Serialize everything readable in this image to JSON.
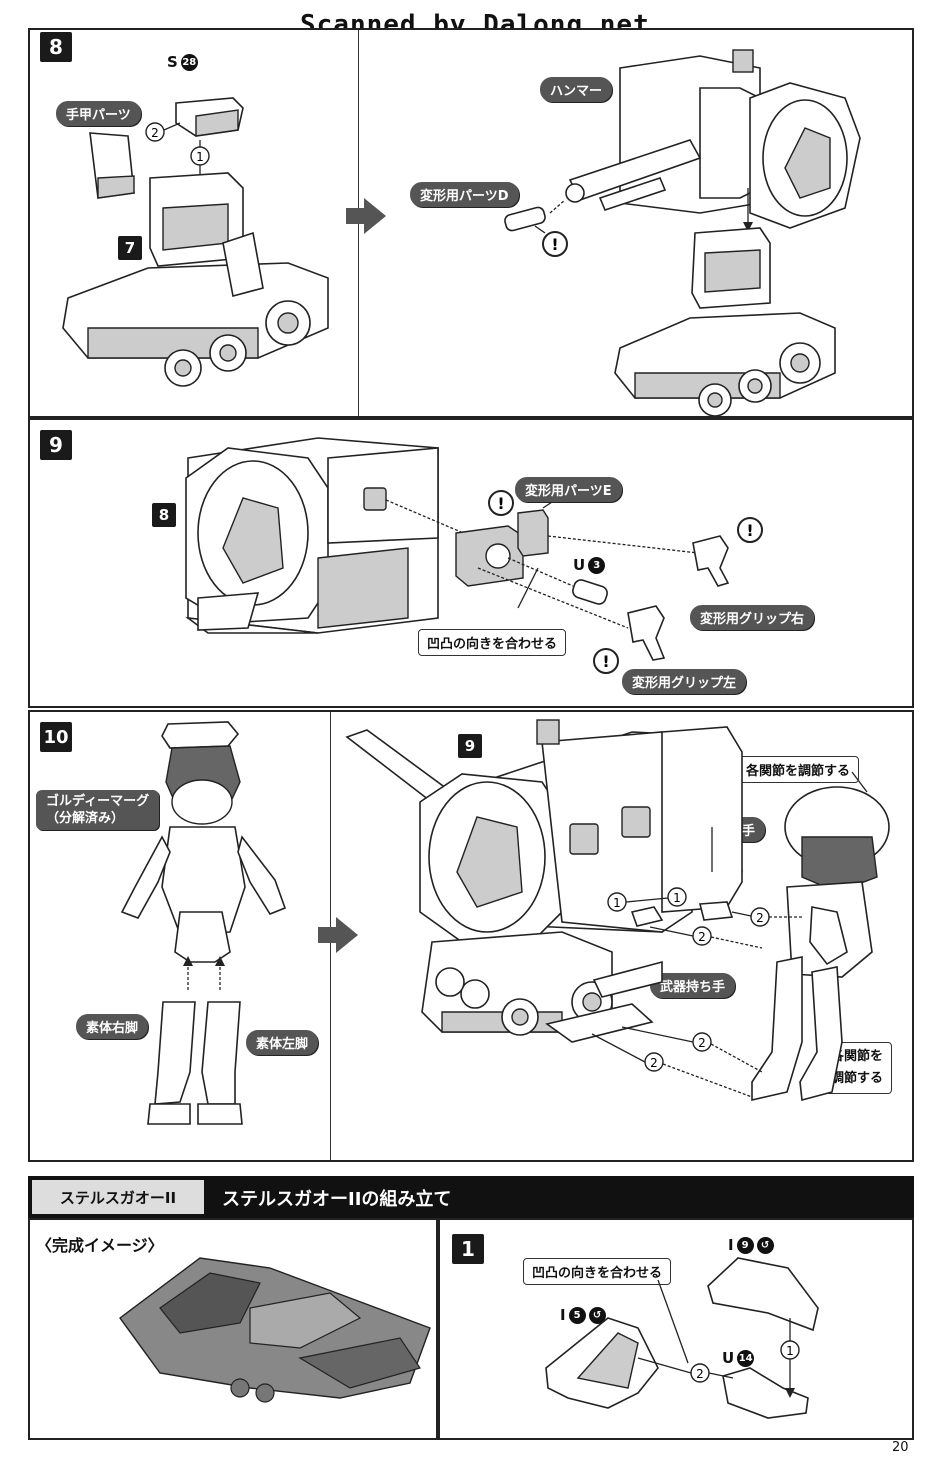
{
  "watermark": "Scanned by Dalong.net",
  "page_number": "20",
  "steps": {
    "s8": {
      "number": "8",
      "sub_number": "7",
      "part_code_letter": "S",
      "part_code_num": "28",
      "label_hand": "手甲パーツ",
      "label_hammer": "ハンマー",
      "label_part_d": "変形用パーツD",
      "order_1": "1",
      "order_2": "2"
    },
    "s9": {
      "number": "9",
      "sub_number": "8",
      "label_part_e": "変形用パーツE",
      "part_code_letter": "U",
      "part_code_num": "3",
      "label_align": "凹凸の向きを合わせる",
      "label_grip_right": "変形用グリップ右",
      "label_grip_left": "変形用グリップ左"
    },
    "s10": {
      "number": "10",
      "sub_number": "9",
      "label_goldy_line1": "ゴルディーマーグ",
      "label_goldy_line2": "（分解済み）",
      "label_right_leg": "素体右脚",
      "label_left_leg": "素体左脚",
      "label_adjust": "各関節を調節する",
      "label_weapon_hand_a": "武器持ち手",
      "label_weapon_hand_b": "武器持ち手",
      "label_adjust2_line1": "各関節を",
      "label_adjust2_line2": "調節する",
      "order_1": "1",
      "order_2": "2"
    }
  },
  "section": {
    "tab": "ステルスガオーII",
    "title": "ステルスガオーIIの組み立て",
    "completed_label": "〈完成イメージ〉",
    "step1": {
      "number": "1",
      "label_align": "凹凸の向きを合わせる",
      "code_a_letter": "I",
      "code_a_num": "9",
      "code_b_letter": "I",
      "code_b_num": "5",
      "code_c_letter": "U",
      "code_c_num": "14",
      "order_1": "1",
      "order_2": "2"
    }
  },
  "icons": [
    "warning-icon",
    "arrow-right-icon",
    "paint-icon"
  ]
}
